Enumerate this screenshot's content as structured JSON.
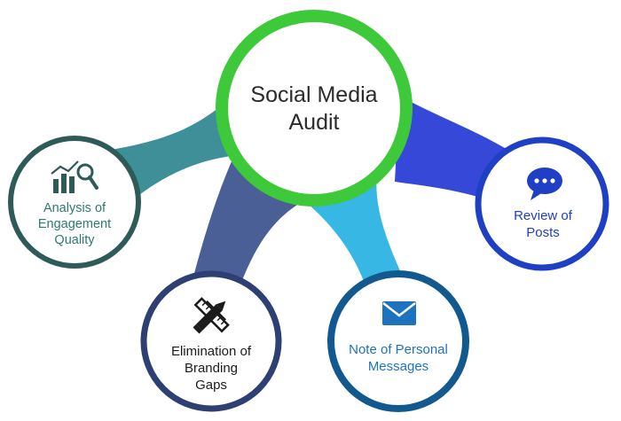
{
  "center": {
    "line1": "Social Media",
    "line2": "Audit"
  },
  "nodes": {
    "engagement": {
      "line1": "Analysis of",
      "line2": "Engagement",
      "line3": "Quality",
      "icon": "analytics-chart-magnifier-icon",
      "color": "#2e5b58"
    },
    "branding": {
      "line1": "Elimination of",
      "line2": "Branding",
      "line3": "Gaps",
      "icon": "ruler-pencil-icon",
      "color": "#2d3f73"
    },
    "messages": {
      "line1": "Note of Personal",
      "line2": "Messages",
      "icon": "envelope-icon",
      "color": "#11598f"
    },
    "posts": {
      "line1": "Review of",
      "line2": "Posts",
      "icon": "speech-bubble-icon",
      "color": "#1f3fc4"
    }
  },
  "colors": {
    "center_ring": "#3ec93a",
    "connector_engagement": "#3f8f98",
    "connector_branding": "#4a5f96",
    "connector_messages": "#37b8e4",
    "connector_posts": "#3548d8"
  }
}
